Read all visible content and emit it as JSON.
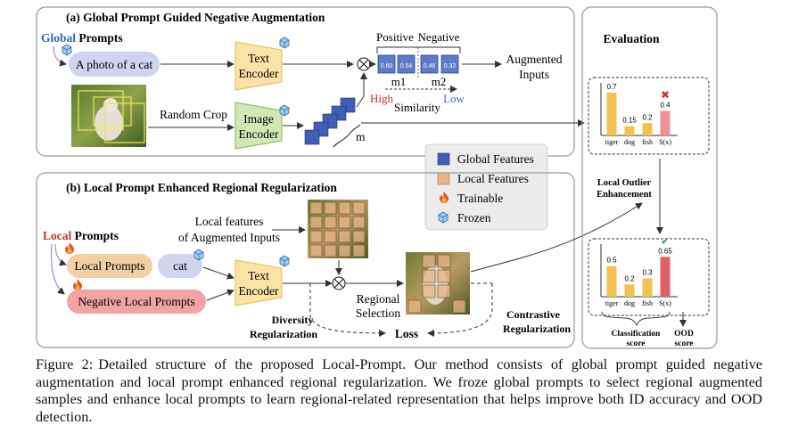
{
  "panel_a": {
    "title": "(a) Global Prompt Guided Negative Augmentation",
    "global_word": "Global",
    "prompts_word": "Prompts",
    "text_input": "A photo of a cat",
    "text_encoder_line1": "Text",
    "text_encoder_line2": "Encoder",
    "image_encoder_line1": "Image",
    "image_encoder_line2": "Encoder",
    "random_crop": "Random Crop",
    "m_label": "m",
    "positive": "Positive",
    "negative": "Negative",
    "scores": [
      "0.60",
      "0.54",
      "0.46",
      "0.32"
    ],
    "m1": "m1",
    "m2": "m2",
    "high": "High",
    "low": "Low",
    "similarity": "Similarity",
    "augmented_line1": "Augmented",
    "augmented_line2": "Inputs"
  },
  "legend": {
    "global_features": "Global Features",
    "local_features": "Local Features",
    "trainable": "Trainable",
    "frozen": "Frozen"
  },
  "panel_b": {
    "title": "(b) Local Prompt Enhanced Regional Regularization",
    "local_word": "Local",
    "prompts_word": "Prompts",
    "local_prompts": "Local Prompts",
    "cat": "cat",
    "negative_local_prompts": "Negative Local Prompts",
    "text_encoder_line1": "Text",
    "text_encoder_line2": "Encoder",
    "local_features_line1": "Local features",
    "local_features_line2": "of Augmented Inputs",
    "regional_line1": "Regional",
    "regional_line2": "Selection",
    "diversity_line1": "Diversity",
    "diversity_line2": "Regularization",
    "contrastive_line1": "Contrastive",
    "contrastive_line2": "Regularization",
    "loss": "Loss"
  },
  "evaluation": {
    "title": "Evaluation",
    "enhancement_line1": "Local Outlier",
    "enhancement_line2": "Enhancement",
    "classification_line1": "Classification",
    "classification_line2": "score",
    "ood_line1": "OOD",
    "ood_line2": "score"
  },
  "chart_data": [
    {
      "type": "bar",
      "categories": [
        "tiger",
        "dog",
        "fish",
        "S(x)"
      ],
      "values": [
        0.7,
        0.15,
        0.2,
        0.4
      ],
      "value_labels": [
        "0.7",
        "0.15",
        "0.2",
        "0.4"
      ],
      "ylim": [
        0,
        0.8
      ],
      "marker": "✖",
      "colors": [
        "#f2c14e",
        "#f2c14e",
        "#f2c14e",
        "#ef8f96"
      ]
    },
    {
      "type": "bar",
      "categories": [
        "tiger",
        "dog",
        "fish",
        "S(x)"
      ],
      "values": [
        0.5,
        0.2,
        0.3,
        0.65
      ],
      "value_labels": [
        "0.5",
        "0.2",
        "0.3",
        "0.65"
      ],
      "ylim": [
        0,
        0.8
      ],
      "marker": "✔",
      "colors": [
        "#f2c14e",
        "#f2c14e",
        "#f2c14e",
        "#e0606a"
      ]
    }
  ],
  "caption": {
    "label": "Figure 2:",
    "text": "Detailed structure of the proposed Local-Prompt. Our method consists of global prompt guided negative augmentation and local prompt enhanced regional regularization. We froze global prompts to select regional augmented samples and enhance local prompts to learn regional-related representation that helps improve both ID accuracy and OOD detection."
  },
  "colors": {
    "global_feature": "#3f5fb5",
    "local_feature": "#e8b48a",
    "trainable": "#e8542a",
    "frozen": "#7fb8e6",
    "text_encoder": "#fbe3a6",
    "image_encoder": "#cfe8b6",
    "high": "#d42a2a",
    "low": "#3a6fc4",
    "global_word": "#2e6bb5",
    "local_word": "#c0392b"
  }
}
